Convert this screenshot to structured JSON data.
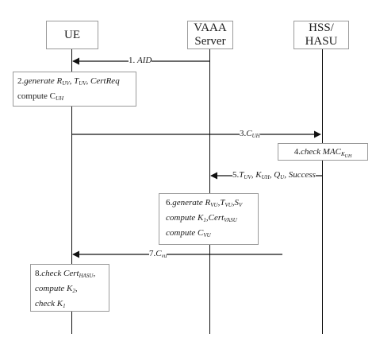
{
  "participants": {
    "ue": "UE",
    "vaaa_line1": "VAAA",
    "vaaa_line2": "Server",
    "hss_line1": "HSS/",
    "hss_line2": "HASU"
  },
  "messages": {
    "m1": {
      "num": "1.",
      "label": "AID"
    },
    "m3": {
      "num": "3.",
      "label": "C",
      "sub": "UH"
    },
    "m5": {
      "num": "5.",
      "t": "T",
      "t_sub": "UV",
      "k": "K",
      "k_sub": "UH",
      "q": "Q",
      "q_sub": "U",
      "tail": "Success"
    },
    "m7": {
      "num": "7.",
      "label": "C",
      "sub": "vu"
    }
  },
  "notes": {
    "n2": {
      "num": "2.",
      "verb": "generate",
      "r": "R",
      "r_sub": "UV",
      "t": "T",
      "t_sub": "UV",
      "c": "CertReq",
      "compute": "compute",
      "cu": "C",
      "cu_sub": "UH"
    },
    "n4": {
      "num": "4.",
      "verb": "check",
      "mac": "MAC",
      "mac_sub": "K",
      "mac_subsub": "UH"
    },
    "n6": {
      "num": "6.",
      "verb": "generate",
      "r": "R",
      "r_sub": "VU",
      "t": "T",
      "t_sub": "VU",
      "s": "S",
      "s_sub": "V",
      "compute": "compute",
      "k": "K",
      "k_sub": "1",
      "cert": "Cert",
      "cert_sub": "VASU",
      "c": "C",
      "c_sub": "VU"
    },
    "n8": {
      "num": "8.",
      "verb": "check",
      "cert": "Cert",
      "cert_sub": "HASU",
      "compute": "compute",
      "k": "K",
      "k_sub": "2",
      "check2": "check",
      "k1": "K",
      "k1_sub": "1"
    }
  },
  "colors": {
    "line": "#111111",
    "box_border": "#9a9a9a"
  }
}
